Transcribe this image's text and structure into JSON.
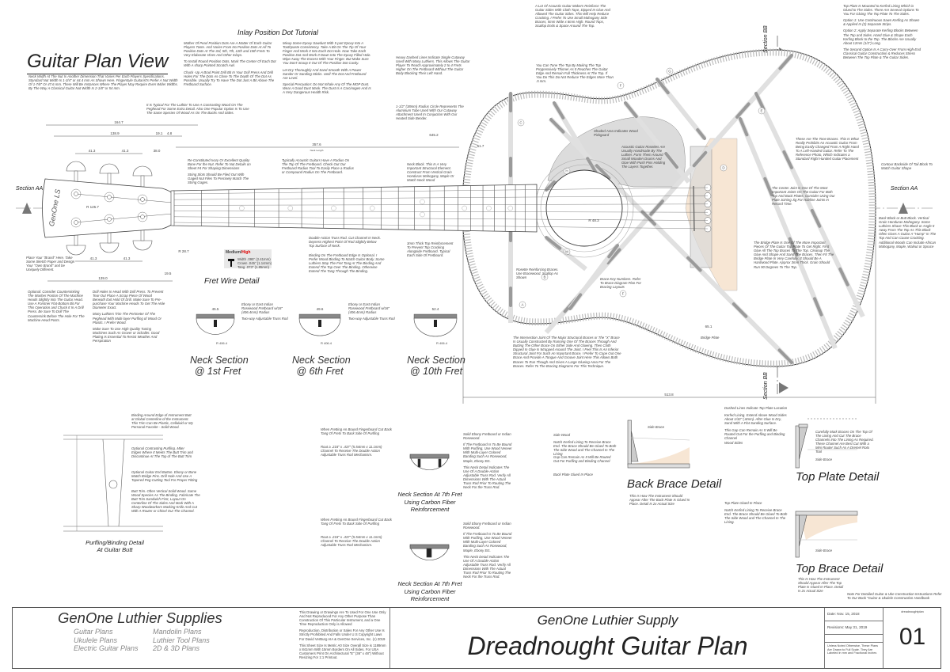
{
  "page_title": "Guitar Plan View",
  "section_aa": "Section AA",
  "section_bb": "Section BB",
  "headstock_brand": "GenOne LS",
  "inlay_title": "Inlay Position Dot Tutorial",
  "notes": {
    "nut_width": "Neck Width At The Nut Is Another Dimension That Varies Per Each Players Specifications. Standard Nut Width Is 1-3/4\" or 44.4 mm As Shown Here. Fingerstyle Guitarist's Prefer A Nut Width Of 1-7/8\" Or 47.6 mm. There Will Be Instances Where The Player May Require Even Wider Widths. By The Way A Classical Guitar Nut Width Is 2-1/8\" or 54 mm.",
    "inlay_1": "Mother Of Pearl Position Dots Are A Matter Of Each Guitar Players Taste. And Varies From No Position Dots At All To Position Dots At The 3rd, 5th, 7th, 12th and 15th Frets To Very Elaborate Vines And Other Inlays.",
    "inlay_2": "To Install Round Position Dots, Mark The Center Of Each Dot With A sharp Pointed Scratch Awl.",
    "inlay_3": "Chuck -Up A Brad Point Drill Bit In Your Drill Press And Drill Holes For The Dots As Close To The Depth Of The Dot As Possible. Usually Try To Have The Dot Just A Bit Above The Fretboard Surface.",
    "inlay_4": "Mixup Some Epoxy Sawdust With 5 part Epoxy Into A Toothpaste Consistency. Take A Bit On The Tip Of Your Finger And Work It Into Each Dot Hole. Now Take Each Position Dot And Work It Down Into The Epoxy Filled Hole. Wipe Away The Excess With Your Finger. But Make Sure You Don't Scoop It Out Of The Position Dot Cavity.",
    "inlay_5": "Let Dry Thoroughly And Sand Smooth With A Power Sander Or Sanding Sticks. Until The Dot And Fretboard Are Level.",
    "inlay_6": "Special Precaution: Do Not Inhale Any Of The MOP Dust. Wear A Good Dust Mask. The Dust Is A Carcinogen And Is A Very Dangerous Health Risk.",
    "cutaway": "Heavy Dashed Lines Indicate Single Cutaway Used With Many Luthiers. This Allows The Guitar Player To Reach Approximately 2 to 4 Frets Higher On The Fretboard Without The Guitar Body Blocking Their Left Hand.",
    "side_braces": "A Lot Of Acoustic Guitar Makers Reinforce The Guitar Sides With Cloth Tape, Dipped In Glue And Allowed The Guitar Sides. This Will Help Reduce Cracking. I Prefer To Use Small Mahogany Side Braces, 5mm Wide x 6mm High. Round Tops, Scallop Ends & Space Around The Top.",
    "tune_top": "You Can Tune The Top By Making The Top Progressively Thinner As It Reaches The Guitar Edge And Remain Full Thickness At The Top. If You Do This Do Not Reduce The Edges More Than .5 mm.",
    "top_mount_1": "Top Plate Is Mounted to Kerfed Lining Which is Glued to The Sides. There Are Several Options To You For Gluing The Top Plate To The Sides.",
    "top_mount_2": "Option 1: Use Continuous Sawn Kerfing As Shown & Applied In (2) Separate Strips.",
    "top_mount_3": "Option 2: Apply Separate Kerfing Blocks Between The Top and Sides. Hand Glue & Shape Each Kerfing Block to the Top. The Blocks Are Usually About 12mm (1/2\") Long.",
    "top_mount_4": "The Second Option Is A Carry-Over From High-End Classical Guitar Construction & Reduces Stress Between The Top Plate & The Guitar Sides.",
    "peghead": "It Is Typical For The Luthier To Use A Contrasting Wood On The Peghead For Some Extra Detail. Also One Popular Option Is To Use The Same Species Of Wood As On The Backs And Sides.",
    "nut_1": "Re-Constituted Ivory Or Excellent Quality Bone For the Nut. Refer To Nut Details on Sheet #4 For Shaping Dimensions",
    "nut_2": "String Slots Should Be Filed Out With Gaged Nut Files To Precisely Match The String Gages.",
    "radius": "Typically Acoustic Guitars Have A Radius On The Top Of The Fretboard. Check Out Our Fretboard Radius Tool To Easily Place a Radius or Compound Radius On The Fretboard.",
    "radius_circle": "1-1/2\" (38mm) Radius Circle Represents The Aluminum Tube Used With Our Cutaway Attachment Used In Conjuction With Our Heated Side Bender.",
    "neck_block": "Neck Block. This Is A Very Important Structural Element. Construct From Vertical Grain Honduras Mahogany, Maple Or Match Neck Wood",
    "top_reinf": "3mm Thick Top Reinforcement To Prevent Top Cracking Alongside Fretboard. Typical Each Side Of Fretboard.",
    "truss_rod": "Double-Action Truss Rod. Cut Channel In Neck. Depress Highest Point Of Rod Slightly Below Top Surface of Neck.",
    "fb_binding": "Binding On The Fretboard Edge Is Optional. I Prefer Wood Binding To Match Guitar Body. Some Luthiers Stop The Fret Tang At The Binding And Extend The Top Over The Binding. Otherwise Extend The Tang Through The Binding.",
    "brand": "Place Your \"Brand\" Here. Take Some Sketch Paper and Design Your \"Own Brand\" and be Uniquely Different.",
    "countersink": "Optional: Consider Countersinking The Washer Portion Of The Machine Heads Slightly Into The Guitar Head. Use A Forstner Flat-Bottom Bit For This Operation and Chuck It In A Drill Press. Be Sure To Drill The Countersink Before The Hole For The Machine Head Posts.",
    "drill_1": "Drill Holes In Head With Drill Press. To Prevent Tear-Out Place A Scrap Piece Of Wood Beneath Exit Hold Of Drill. Make Sure To Pre-purchase Your Machine Heads To Get The Hole Diameter Exact.",
    "drill_2": "Many Luthiers Trim The Perimeter Of The Peghead With Multi-layer Purfling of Wood Or Plastic. I Prefer Wood.",
    "drill_3": "Make Sure To Use High Quality Tuning Machines Such As Grover or Schaller. Good Plating Is Essential To Resist Weather And Perspiration",
    "pickguard": "Shaded Area Indicates Wood Pickguard",
    "rosette": "Acoustic Guitar Rosettes Are Usually Handmade By The Luthier. Form Them Around Small Wooden Drums And Glue With Push Pins Holding The Layers Together.",
    "rosette_braces": "Rosette Reinforcing Braces. Use Bracewood. Scallop As Shown",
    "brace_keys": "Brace Key Numbers. Refer To Brace Diagram Plan For Bracing Layouts",
    "x_brace": "The Intersection Joint Of The Major Structural Braces or The \"X\" Brace Is Usually Constructed By Running One Of The Braces Through And Butting The Other Brace On Either Side And Glueing. Then Cloth Dipped In Glue Is Wrapped Around The Joint. I Feel This Is An Inferior Structural Joint For Such An Important Brace. I Prefer To Cope Out One Brace And Provide A Tongue And Groove Joint Here This Allows Both Braces To Run Though And Gives A Large Glueing Area For The Braces. Refer To The Bracing Diagrams For This Technique.",
    "tone_braces": "These Are The Tone Braces. This Is What Really Prohibits An Acoustic Guitar From Being Easily Changed From A Right Hand To A Left-Handed Guitar. Refer To The Reference Photo, Which Indicates a Standard Right Handed Guitar Placement",
    "center_joint": "The Center Joint Is One Of The Most Important Joints On The Guitar For Both Top And Back Plates. Consider Using Our Plate Joining Jig For Hairline Joints In Record Time.",
    "tail_block": "Contour Backside Of Tail Block To Match Guitar Shape",
    "butt_block": "Back Block or Butt Block. Vertical Grain Honduras Mahogany. Some Luthiers Shave This Block or Angle It Away From The Top As This Block Often Gives A Guitar A \"Hump\" In The Top And Can Cause Cracking. Additional Woods Can Include African Mahogany, Maple, Walnut or Spruce",
    "bridge_plate": "The Bridge Plate Is One Of The More Important Pieces Of The Guitar Top Plate To Get Right. First Glue All The Top Braces To The Top. Cleanup The Glue And Shape And Sand The Braces. Then Fit The Bridge Plate In Very Carefully. It Should Be A Hardwood Plate. Approx 3mm Thick. Grain Should Run 90 Degrees To The Top.",
    "bridge_plate_label": "Bridge Plate",
    "fretboard_wood": "Ebony or East Indian Rosewood Fretboard w/16\" (406.4mm) Radius",
    "truss_2way": "Two-way Adjustable Truss Rod",
    "book": "Note For Detailed Guitar & Uke Construction Instructions Refer To Our Book \"Guitar & Ukulele Construction Handbook"
  },
  "fret_wire": {
    "title": "Fret Wire Detail",
    "grade_a": "Medium/",
    "grade_b": "High",
    "width": "Width .095\" (2.41mm)",
    "crown": "Crown .045\" (1.14mm)",
    "tang": "Tang .073\" (1.85mm)",
    "highlight_color": "#e00000"
  },
  "neck_sections": [
    {
      "l1": "Neck Section",
      "l2": "@ 1st Fret",
      "width": "45.5"
    },
    {
      "l1": "Neck Section",
      "l2": "@ 6th Fret",
      "width": "49.6"
    },
    {
      "l1": "Neck Section",
      "l2": "@ 10th Fret",
      "width": "52.4"
    }
  ],
  "radius_label": "R 406.4",
  "purfling": {
    "title1": "Purfling/Binding Detail",
    "title2": "At Guitar Butt",
    "n1": "Binding Around Edge of Instrument Butt at Global Centerline of the Instrument. This Trim Can Be Plastic, Celluloid or My Personal Favorite - Solid Wood.",
    "n2": "Optional Contrasting Purfling. Miter Edges Where It Meets The Butt Trim and Discontinue At The Top of The Butt Trim",
    "n3": "Optional Guitar End Button. Ebony or Bone Match Bridge Pins. Drill Hole And Use A Tapered Peg-Cutting Tool For Proper Fitting",
    "n4": "Butt Trim. Often Vertical Solid Wood. Same Wood Species As The Binding. Fabricate The Butt Trim Sandwich First, Layout On Centerline Of The Sides And Mark With A Sharp Woodworkers Marking Knife And Cut With A Router or Chisel Out The Channel."
  },
  "carbon": {
    "title1": "Neck Section At 7th Fret",
    "title2": "Using Carbon Fiber",
    "title3": "Reinforcement",
    "n1": "When Fretting An Bound Fingerboard Cut Back Tang Of Frets To Back Side Of Purfling",
    "n2": "Rout a .218\" x .437\" (5.54mm x 11.1mm) Channel To Receive The Double Action Adjustable Truss Rod Mechanism.",
    "n3": "Solid Ebony Fretboard or Indian Rosewood.",
    "n4": "If The Fretboard Is To Be Bound With Purfling, Use Wood Veneer With Multi-Layer Colored Banding Such As Rosewood, Maple, Ebony Etc.",
    "n5": "This Neck Detail Indicates The Use Of A Double-Action Adjustable Truss Rod. Verify All Dimensions With The Actual Truss Rod Prior To Routing The Neck For the Truss Rod."
  },
  "back_brace": {
    "title": "Back Brace Detail",
    "side_brace": "Side Brace",
    "side_wood": "Side Wood",
    "notch": "Notch Kerfed Lining To Receive Brace End. The Brace Should Be Glued To Both The Side Wood and The Channel In The Lining",
    "gap": "Gap Can Remain As It Will Be Routed Out For Purfling and Binding Channel",
    "back_plate": "Back Plate Glued In Place",
    "caption": "This Is How The Instrument Should Appear After The Back Plate Is Glued In Place. Detail Is 2x Actual Size"
  },
  "top_plate": {
    "title": "Top Plate Detail",
    "dashed": "Dashed Lines Indicate Top Plate Location",
    "kerfed": "Kerfed Lining. Extend Above Wood Sides About 1/32\" (.8mm). After Glue Is Dry, Sand With A Flat Sanding Surface.",
    "gap": "This Gap Can Remain As It Will Be Routed Out For the Purfling and Binding Channel",
    "wood_sides": "Wood Sides",
    "mark": "Carefully Mark Braces On The Top Of The Lining And Cut The Brace Channels Into The Lining As Required. These Channel Are Best Cut With a Mini Router Such As A Dremel Roto Tool",
    "side_brace": "Side Brace"
  },
  "top_brace": {
    "title": "Top Brace Detail",
    "glued": "Top Plate Glued In Place",
    "notch": "Notch Kerfed Lining To Receive Brace End. The Brace Should Be Glued To Both The Side Wood and The Channel In The Lining.",
    "side_brace": "Side Brace",
    "caption": "This Is How The Instrument Should Appear After The Top Plate Is Glued In Place. Detail Is 2x Actual Size"
  },
  "dims": {
    "overall_head": "164.7",
    "head_len": "138.9",
    "d19": "19.1",
    "d48": "4.8",
    "neck_len": "357.6",
    "neck_len_label": "Neck Length",
    "tuner_a": "41.3",
    "tuner_b": "41.3",
    "tuner_c": "38.0",
    "tuner_d": "41.3",
    "tuner_e": "41.3",
    "head_bottom": "139.0",
    "d195": "19.5",
    "r_head": "R 125.7",
    "r_neck": "R 28.7",
    "body_len": "513.8",
    "soundhole_r": "R 48.3",
    "bridge_w": "65.1",
    "upper": "51.7",
    "d845": "645.2"
  },
  "braces_keys": [
    "A",
    "B",
    "C",
    "D",
    "E",
    "F",
    "F",
    "G",
    "H",
    "M"
  ],
  "title_block": {
    "company": "GenOne Luthier Supplies",
    "products": [
      "Guitar Plans",
      "Ukulele Plans",
      "Electric Guitar Plans",
      "Mandolin Plans",
      "Luthier Tool Plans",
      "2D & 3D Plans"
    ],
    "legal_1": "This Drawing or Drawings Are To Used For One Use Only And Not Reproduced For Any Other Purpose Than Construction Of This Particular Instrument, and a One Time Reproduction Only is Allowed",
    "legal_2": "Reproduction, Distribution or Sales For Any Other Use Is Strictly Prohibited And Falls Under U.S Copyright Laws For David VerBurg AIA & GenOne Services, Inc. (c) 2019",
    "legal_3": "This Sheet Size Is Metric A0 Size Overall Size is 1189mm x 841mm With 15mm Borders On All Sides. For USA Customers Print On Architectural \"E\" (36\" x 48\") Without Resizing For 1:1 Printout.",
    "supply": "GenOne Luthier Supply",
    "plan_title": "Dreadnought Guitar Plan",
    "date": "Date: Nov. 15, 2018",
    "revisions": "Revisions: May 31, 2019",
    "scale_note": "Unless Noted Otherwise, These Plans Are Drawn to Full Scale. They Are Labeled in mm and Fractional Inches",
    "file": "dreadnoughtplan",
    "sheet": "01"
  },
  "colors": {
    "tan": "#f7e6d4",
    "shade": "#d9d9d9",
    "brace": "#9a9a9a",
    "line": "#444444"
  }
}
